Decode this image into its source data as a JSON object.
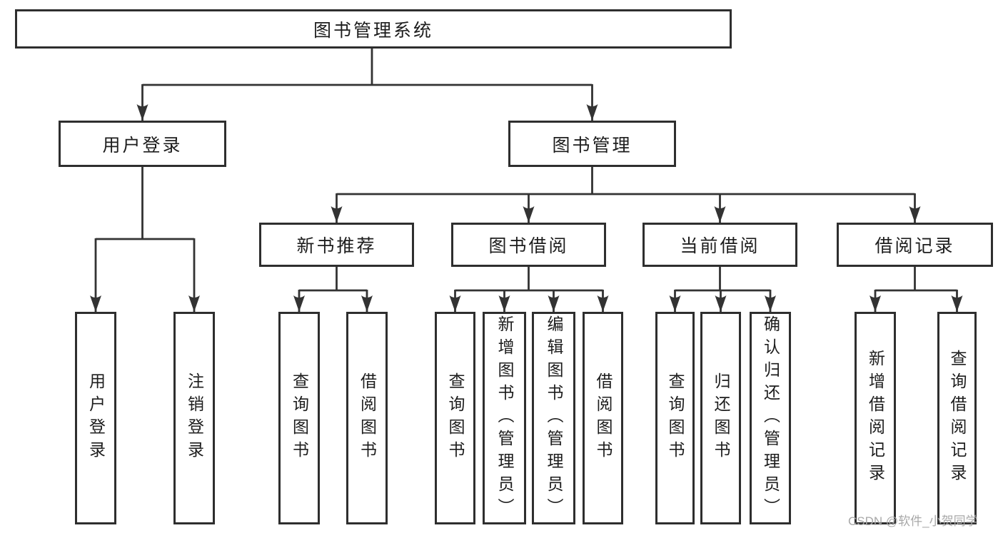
{
  "colors": {
    "line": "#333333",
    "box_border": "#2e2e2e",
    "text": "#1d1d1d",
    "watermark": "#a8a8a8",
    "background": "#ffffff"
  },
  "watermark": {
    "text": "CSDN @软件_小贺同学"
  },
  "tree": {
    "root": {
      "label": "图书管理系统",
      "children": [
        {
          "label": "用户登录",
          "children": [
            {
              "label": "用户登录"
            },
            {
              "label": "注销登录"
            }
          ]
        },
        {
          "label": "图书管理",
          "children": [
            {
              "label": "新书推荐",
              "children": [
                {
                  "label": "查询图书"
                },
                {
                  "label": "借阅图书"
                }
              ]
            },
            {
              "label": "图书借阅",
              "children": [
                {
                  "label": "查询图书"
                },
                {
                  "label": "新增图书（管理员）"
                },
                {
                  "label": "编辑图书（管理员）"
                },
                {
                  "label": "借阅图书"
                }
              ]
            },
            {
              "label": "当前借阅",
              "children": [
                {
                  "label": "查询图书"
                },
                {
                  "label": "归还图书"
                },
                {
                  "label": "确认归还（管理员）"
                }
              ]
            },
            {
              "label": "借阅记录",
              "children": [
                {
                  "label": "新增借阅记录"
                },
                {
                  "label": "查询借阅记录"
                }
              ]
            }
          ]
        }
      ]
    }
  }
}
